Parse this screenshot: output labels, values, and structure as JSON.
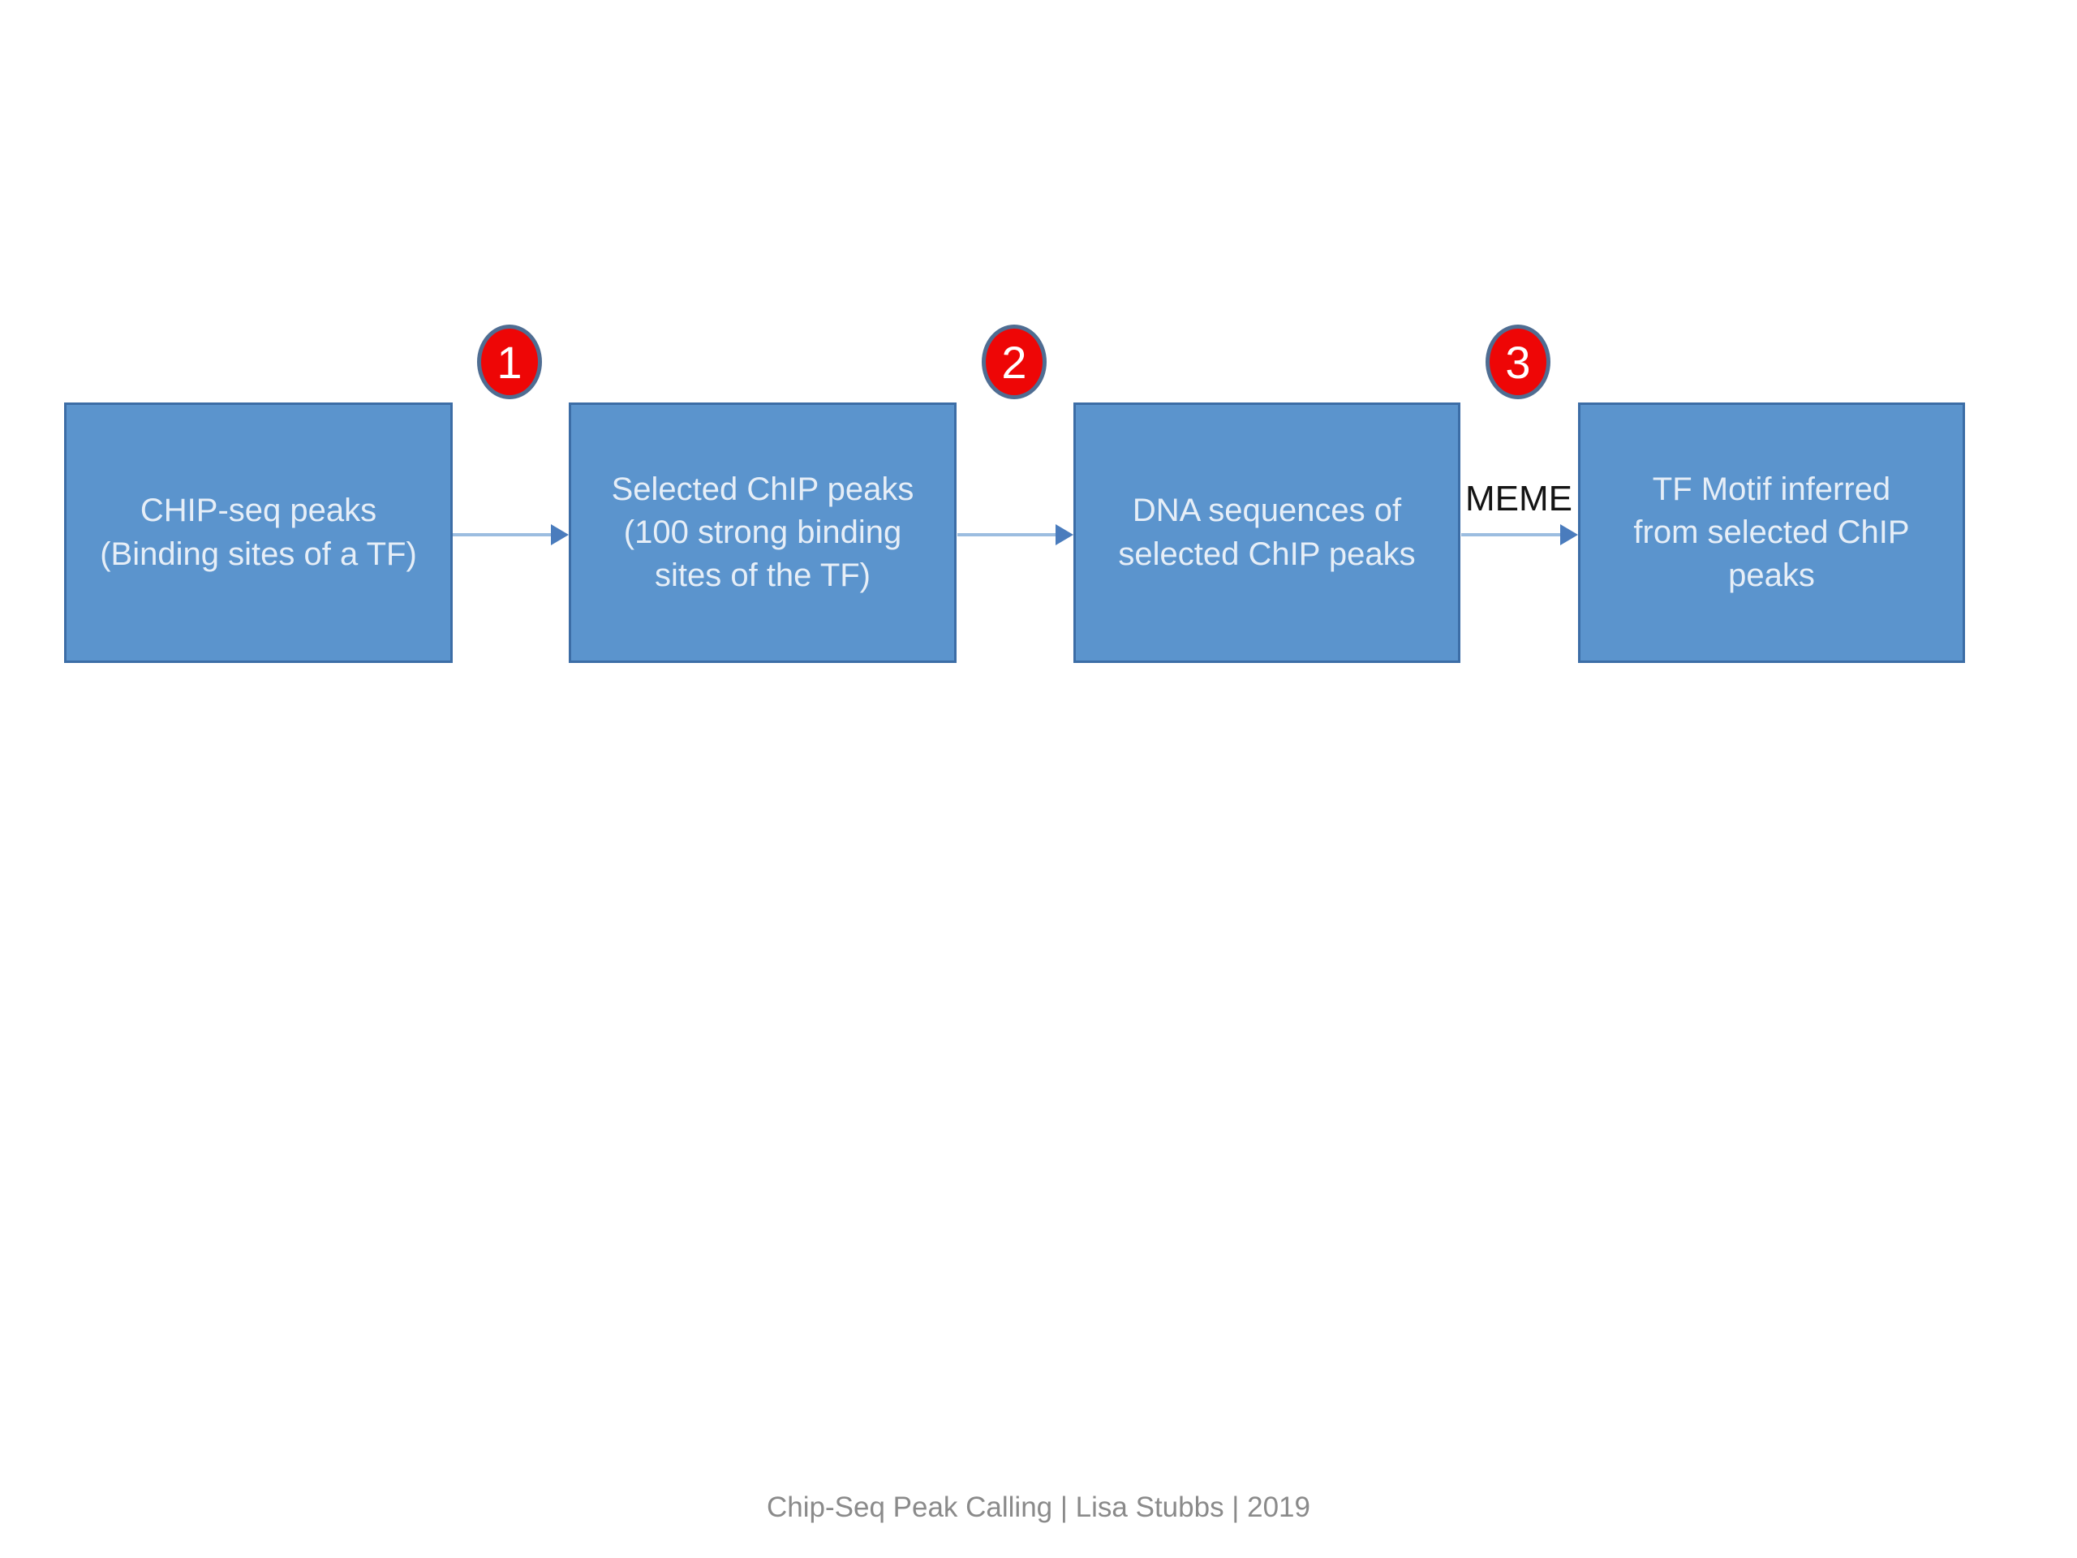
{
  "colors": {
    "background": "#ffffff",
    "box_fill": "#5b94cd",
    "box_border": "#3c6da6",
    "box_text": "#e6eef7",
    "arrow_line": "#9cbde0",
    "arrow_head": "#4a7cbd",
    "badge_fill": "#ee0606",
    "badge_border": "#4f6d92",
    "badge_text": "#ffffff",
    "label_color": "#141414",
    "footer_color": "#8a8a8a"
  },
  "flow": {
    "boxes": [
      {
        "lines": [
          "CHIP-seq peaks",
          "(Binding sites of a TF)"
        ]
      },
      {
        "lines": [
          "Selected ChIP peaks",
          "(100 strong binding",
          "sites of the TF)"
        ]
      },
      {
        "lines": [
          "DNA sequences of",
          "selected ChIP peaks"
        ]
      },
      {
        "lines": [
          "TF Motif inferred",
          "from selected ChIP",
          "peaks"
        ]
      }
    ],
    "connectors": [
      {
        "badge": "1",
        "label": ""
      },
      {
        "badge": "2",
        "label": ""
      },
      {
        "badge": "3",
        "label": "MEME"
      }
    ]
  },
  "footer": {
    "text": "Chip-Seq Peak Calling | Lisa Stubbs | 2019"
  }
}
